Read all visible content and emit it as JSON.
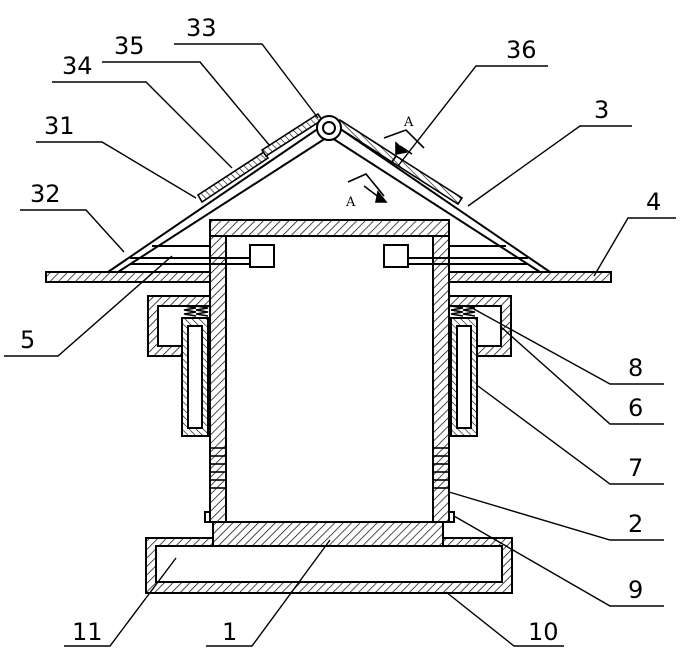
{
  "labels": {
    "l1": "1",
    "l2": "2",
    "l3": "3",
    "l4": "4",
    "l5": "5",
    "l6": "6",
    "l7": "7",
    "l8": "8",
    "l9": "9",
    "l10": "10",
    "l11": "11",
    "l31": "31",
    "l32": "32",
    "l33": "33",
    "l34": "34",
    "l35": "35",
    "l36": "36"
  },
  "section_marks": {
    "upper": "A",
    "lower": "A"
  },
  "colors": {
    "line": "#000000",
    "background": "#ffffff"
  }
}
